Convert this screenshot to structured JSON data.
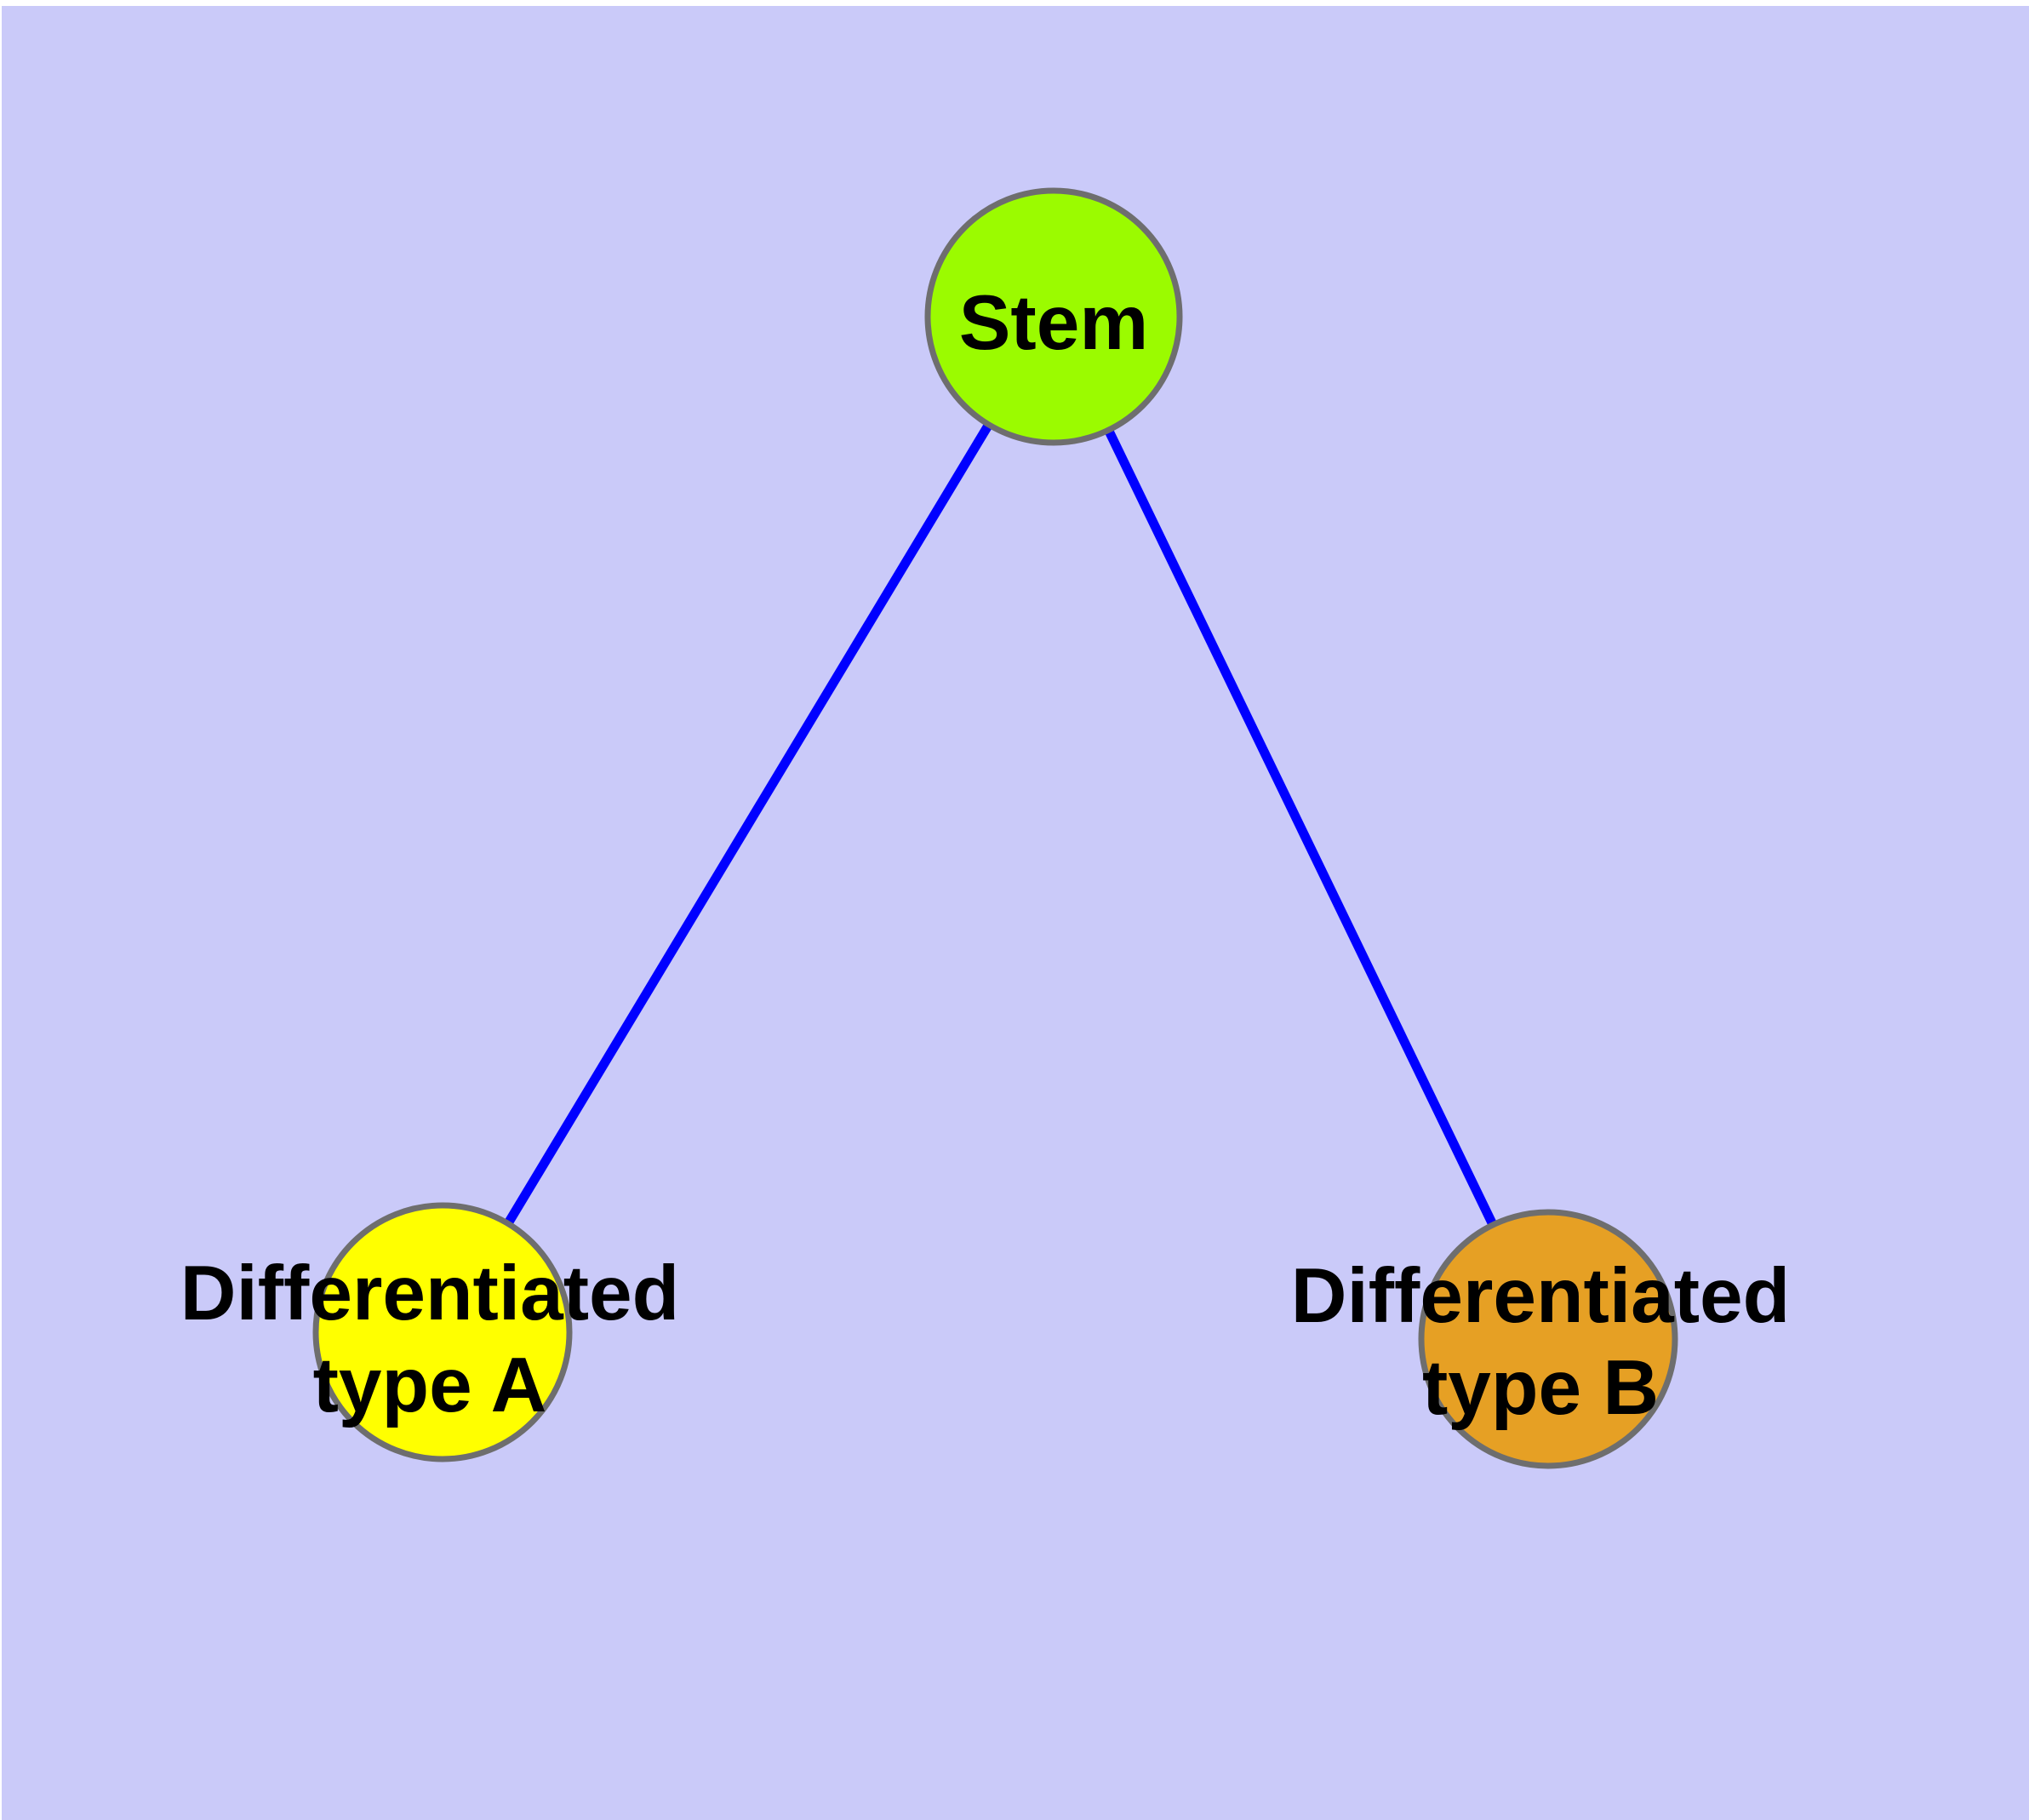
{
  "diagram": {
    "title": "",
    "nodes": [
      {
        "id": "stem",
        "label": "Stem",
        "fill": "#9BFB00"
      },
      {
        "id": "differentiated-type-a",
        "label_line1": "Differentiated",
        "label_line2": "type A",
        "fill": "#FFFF00"
      },
      {
        "id": "differentiated-type-b",
        "label_line1": "Differentiated",
        "label_line2": "type B",
        "fill": "#E6A024"
      }
    ],
    "edges": [
      {
        "from": "stem",
        "to": "differentiated-type-a"
      },
      {
        "from": "stem",
        "to": "differentiated-type-b"
      }
    ],
    "colors": {
      "background": "#CACAF9",
      "page_margin": "#FFFFFF",
      "node_border": "#6E6E6E",
      "edge": "#0000FF",
      "label_text": "#000000"
    }
  }
}
